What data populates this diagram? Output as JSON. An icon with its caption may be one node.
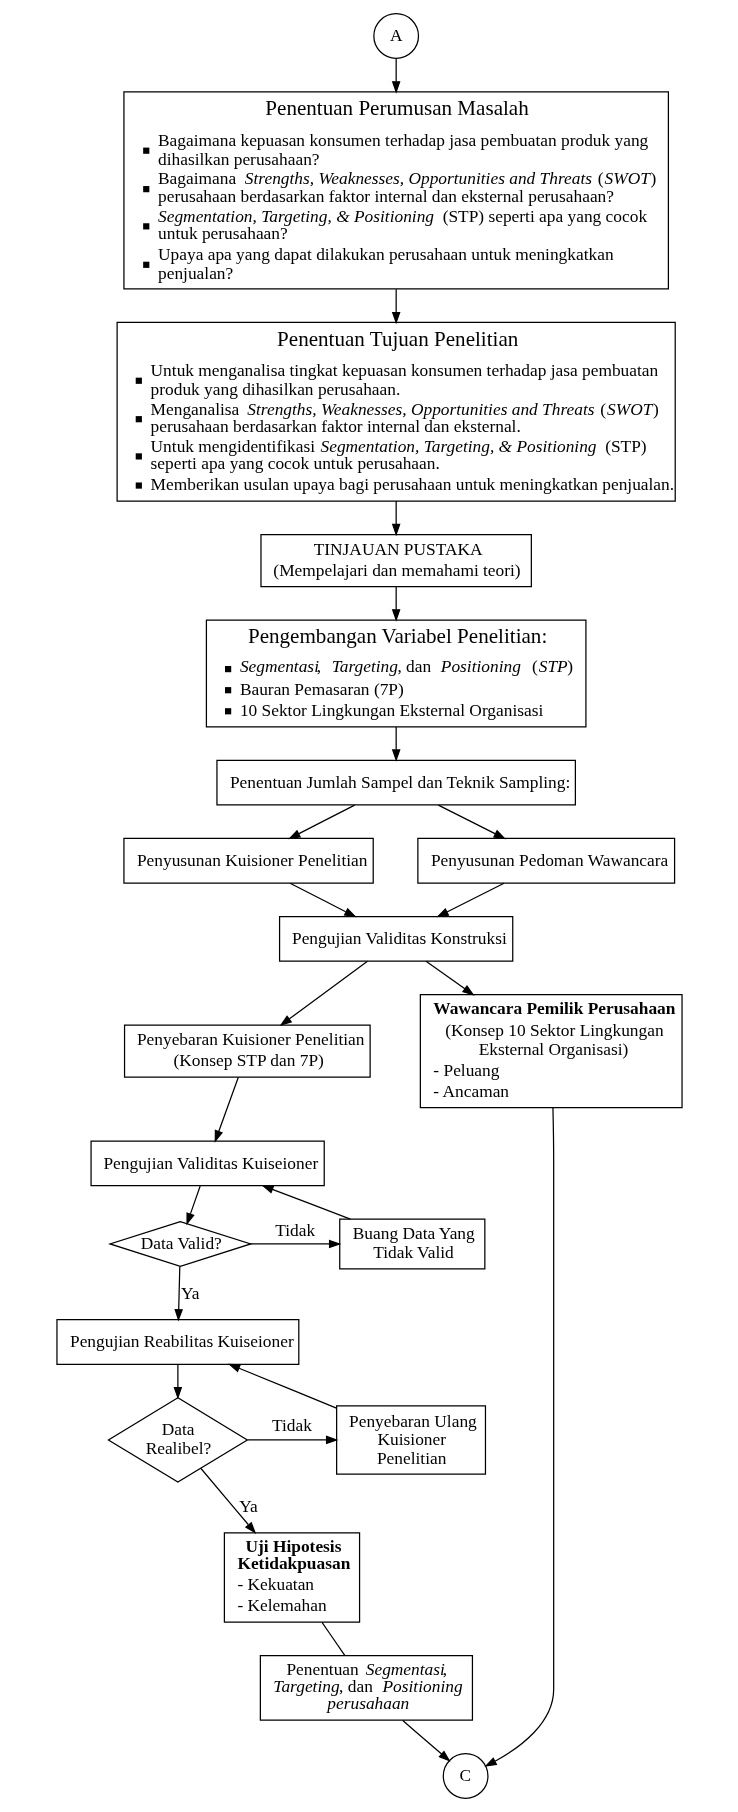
{
  "diagram": {
    "nodes": [
      {
        "text": [
          "A"
        ]
      },
      {
        "text": [
          "Penentuan Perumusan Masalah",
          "Bagaimana kepuasan konsumen terhadap jasa pembuatan produk yang dihasilkan perusahaan?",
          "Bagaimana *Strengths, Weaknesses, Opportunities and Threats* (*SWOT*) perusahaan berdasarkan faktor internal dan eksternal perusahaan?",
          "*Segmentation, Targeting, & Positioning* (STP) seperti apa yang cocok untuk perusahaan?",
          "Upaya apa yang dapat dilakukan perusahaan untuk meningkatkan penjualan?"
        ]
      },
      {
        "text": [
          "Penentuan Tujuan Penelitian",
          "Untuk menganalisa tingkat kepuasan konsumen terhadap jasa pembuatan produk yang dihasilkan perusahaan.",
          "Menganalisa *Strengths, Weaknesses, Opportunities and Threats* (*SWOT*) perusahaan berdasarkan faktor internal dan eksternal.",
          "Untuk mengidentifikasi *Segmentation, Targeting, & Positioning* (STP) seperti apa yang cocok untuk perusahaan.",
          "Memberikan usulan upaya bagi perusahaan untuk meningkatkan penjualan."
        ]
      },
      {
        "text": [
          "TINJAUAN PUSTAKA",
          "(Mempelajari dan memahami teori)"
        ]
      },
      {
        "text": [
          "Pengembangan Variabel Penelitian:",
          "*Segmentasi*, *Targeting*, dan *Positioning* (*STP*)",
          "Bauran Pemasaran (7P)",
          "10 Sektor Lingkungan Eksternal Organisasi"
        ]
      },
      {
        "text": [
          "Penentuan Jumlah Sampel dan Teknik Sampling:"
        ]
      },
      {
        "text": [
          "Penyusunan Kuisioner Penelitian"
        ]
      },
      {
        "text": [
          "Penyusunan Pedoman Wawancara"
        ]
      },
      {
        "text": [
          "Pengujian Validitas Konstruksi"
        ]
      },
      {
        "text": [
          "Penyebaran Kuisioner Penelitian",
          "(Konsep STP dan 7P)"
        ]
      },
      {
        "text": [
          "Wawancara Pemilik Perusahaan",
          "(Konsep 10 Sektor Lingkungan Eksternal Organisasi)",
          "- Peluang",
          "- Ancaman"
        ]
      },
      {
        "text": [
          "Pengujian Validitas Kuiseioner"
        ]
      },
      {
        "text": [
          "Data Valid?"
        ]
      },
      {
        "text": [
          "Buang Data Yang Tidak Valid"
        ]
      },
      {
        "text": [
          "Pengujian Reabilitas Kuiseioner"
        ]
      },
      {
        "text": [
          "Data Realibel?"
        ]
      },
      {
        "text": [
          "Penyebaran Ulang Kuisioner Penelitian"
        ]
      },
      {
        "text": [
          "Uji Hipotesis Ketidakpuasan",
          "- Kekuatan",
          "- Kelemahan"
        ]
      },
      {
        "text": [
          "Penentuan *Segmentasi*, *Targeting*, dan *Positioning* *perusahaan*"
        ]
      },
      {
        "text": [
          "C"
        ]
      }
    ],
    "edges": [
      {
        "from": 0,
        "to": 1,
        "arrow": "to"
      },
      {
        "from": 1,
        "to": 2,
        "arrow": "to"
      },
      {
        "from": 2,
        "to": 3,
        "arrow": "to"
      },
      {
        "from": 3,
        "to": 4,
        "arrow": "to"
      },
      {
        "from": 4,
        "to": 5,
        "arrow": "to"
      },
      {
        "from": 5,
        "to": 6,
        "arrow": "to"
      },
      {
        "from": 5,
        "to": 7,
        "arrow": "to"
      },
      {
        "from": 6,
        "to": 8,
        "arrow": "to"
      },
      {
        "from": 7,
        "to": 8,
        "arrow": "to"
      },
      {
        "from": 8,
        "to": 9,
        "arrow": "to"
      },
      {
        "from": 8,
        "to": 10,
        "arrow": "to"
      },
      {
        "from": 9,
        "to": 11,
        "arrow": "to"
      },
      {
        "from": 11,
        "to": 12,
        "arrow": "to"
      },
      {
        "from": 12,
        "to": 13,
        "arrow": "to",
        "label": "Tidak"
      },
      {
        "from": 13,
        "to": 11,
        "arrow": "to"
      },
      {
        "from": 12,
        "to": 14,
        "arrow": "to",
        "label": "Ya"
      },
      {
        "from": 14,
        "to": 15,
        "arrow": "to"
      },
      {
        "from": 15,
        "to": 16,
        "arrow": "to",
        "label": "Tidak"
      },
      {
        "from": 16,
        "to": 14,
        "arrow": "to"
      },
      {
        "from": 15,
        "to": 17,
        "arrow": "to",
        "label": "Ya"
      },
      {
        "from": 17,
        "to": 18,
        "arrow": "none"
      },
      {
        "from": 18,
        "to": 19,
        "arrow": "to"
      },
      {
        "from": 10,
        "to": 19,
        "arrow": "to"
      }
    ]
  }
}
